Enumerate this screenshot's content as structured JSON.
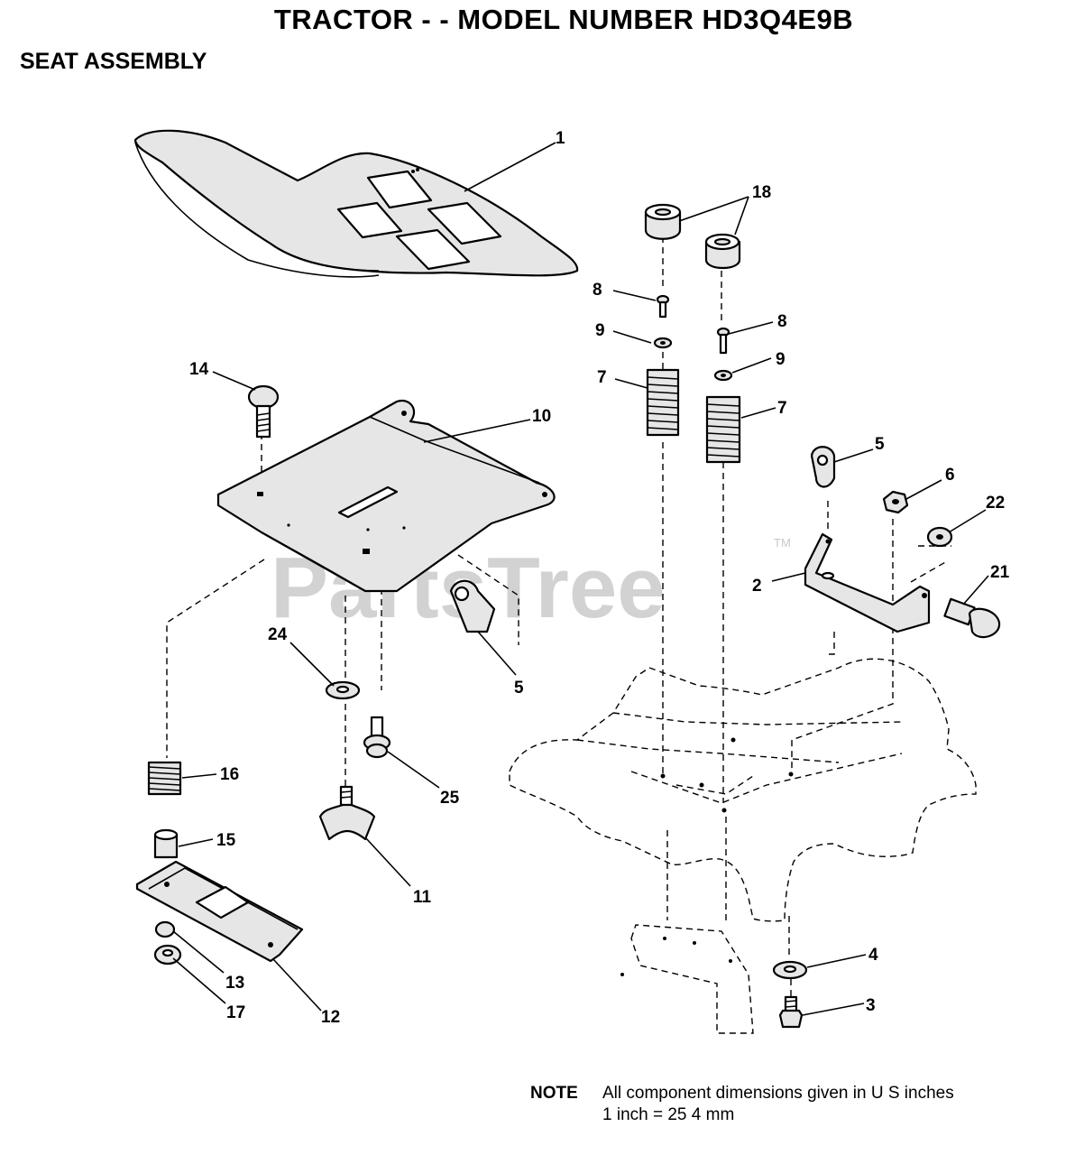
{
  "title": "TRACTOR - - MODEL NUMBER HD3Q4E9B",
  "subtitle": "SEAT ASSEMBLY",
  "watermark": "PartsTree",
  "watermark_tm": "TM",
  "note": {
    "label": "NOTE",
    "line1": "All component dimensions given in U S  inches",
    "line2": "1 inch = 25 4 mm"
  },
  "callouts": {
    "c1": "1",
    "c2": "2",
    "c3": "3",
    "c4": "4",
    "c5a": "5",
    "c5b": "5",
    "c6": "6",
    "c7a": "7",
    "c7b": "7",
    "c8a": "8",
    "c8b": "8",
    "c9a": "9",
    "c9b": "9",
    "c10": "10",
    "c11": "11",
    "c12": "12",
    "c13": "13",
    "c14": "14",
    "c15": "15",
    "c16": "16",
    "c17": "17",
    "c18": "18",
    "c21": "21",
    "c22": "22",
    "c24": "24",
    "c25": "25"
  }
}
